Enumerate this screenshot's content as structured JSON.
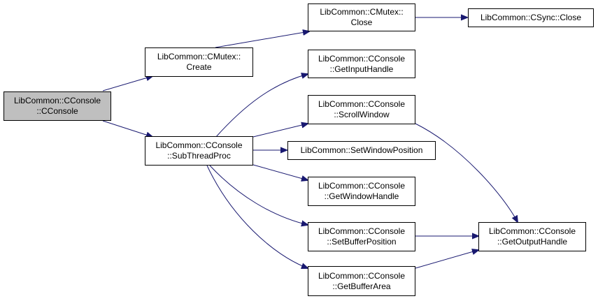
{
  "colors": {
    "edge": "#191970",
    "border": "#000000",
    "root_fill": "#bfbfbf",
    "node_fill": "#ffffff"
  },
  "nodes": {
    "cconsole_ctor": {
      "line1": "LibCommon::CConsole",
      "line2": "::CConsole"
    },
    "cmutex_create": {
      "line1": "LibCommon::CMutex::",
      "line2": "Create"
    },
    "subthreadproc": {
      "line1": "LibCommon::CConsole",
      "line2": "::SubThreadProc"
    },
    "cmutex_close": {
      "line1": "LibCommon::CMutex::",
      "line2": "Close"
    },
    "csync_close": {
      "line1": "LibCommon::CSync::Close"
    },
    "getinputhandle": {
      "line1": "LibCommon::CConsole",
      "line2": "::GetInputHandle"
    },
    "scrollwindow": {
      "line1": "LibCommon::CConsole",
      "line2": "::ScrollWindow"
    },
    "setwindowposition": {
      "line1": "LibCommon::SetWindowPosition"
    },
    "getwindowhandle": {
      "line1": "LibCommon::CConsole",
      "line2": "::GetWindowHandle"
    },
    "setbufferposition": {
      "line1": "LibCommon::CConsole",
      "line2": "::SetBufferPosition"
    },
    "getbufferarea": {
      "line1": "LibCommon::CConsole",
      "line2": "::GetBufferArea"
    },
    "getoutputhandle": {
      "line1": "LibCommon::CConsole",
      "line2": "::GetOutputHandle"
    }
  }
}
